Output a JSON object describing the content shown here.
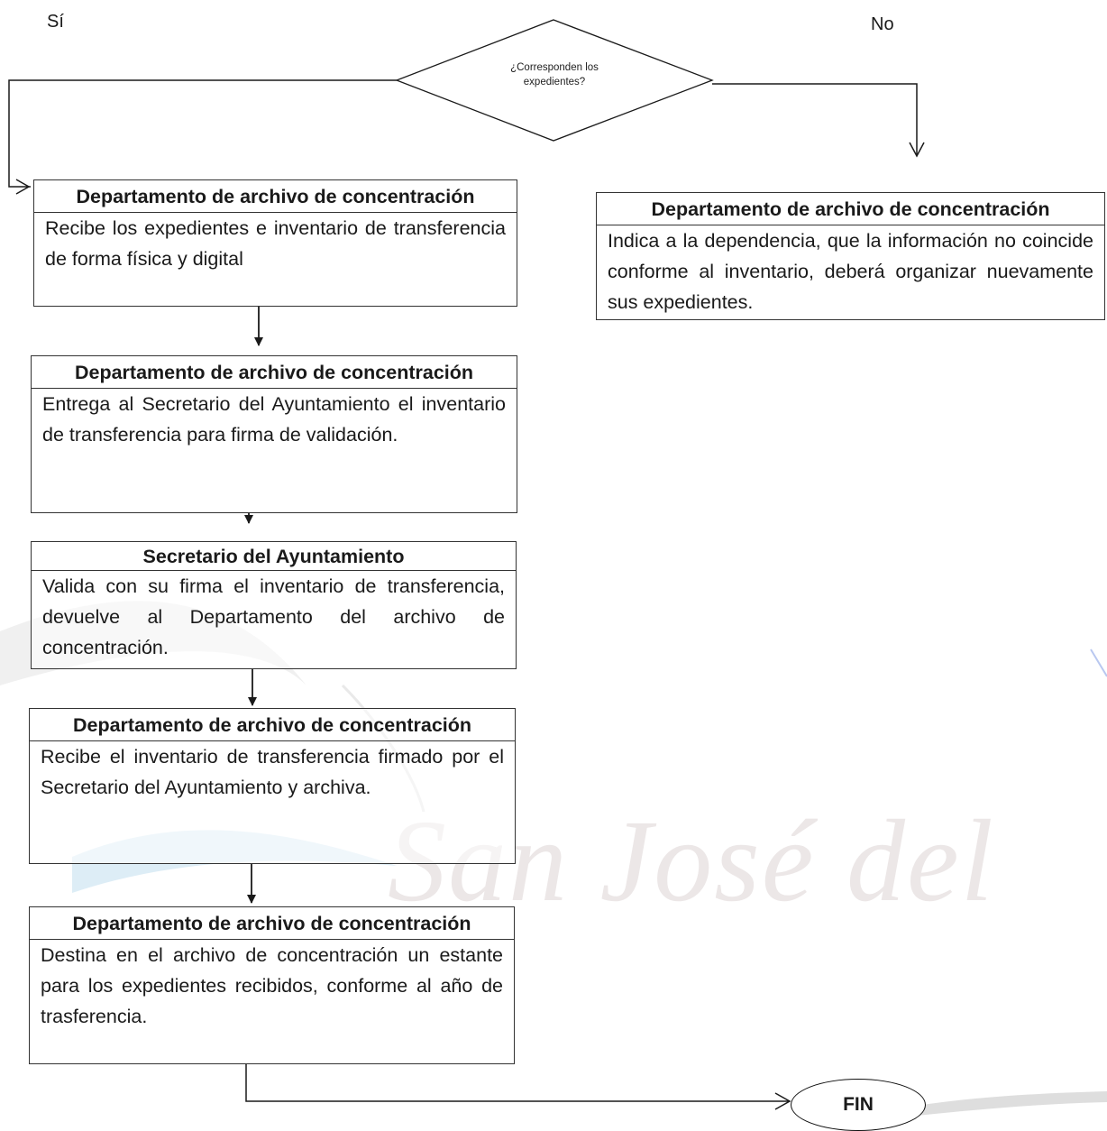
{
  "branch_yes": "Sí",
  "branch_no": "No",
  "decision": "¿Corresponden los expedientes?",
  "watermark": "San José del",
  "box_no": {
    "header": "Departamento de archivo de concentración",
    "body": "Indica a la dependencia, que la información no coincide conforme al inventario, deberá organizar nuevamente sus expedientes."
  },
  "steps": [
    {
      "header": "Departamento de archivo de concentración",
      "body": "Recibe los expedientes e inventario de transferencia de forma física y digital"
    },
    {
      "header": "Departamento de archivo de concentración",
      "body": "Entrega al Secretario del Ayuntamiento el inventario de transferencia para firma de validación."
    },
    {
      "header": "Secretario del Ayuntamiento",
      "body": "Valida con su firma el inventario de transferencia, devuelve al Departamento del archivo de concentración."
    },
    {
      "header": "Departamento de archivo de concentración",
      "body": "Recibe el inventario de transferencia firmado por el Secretario del Ayuntamiento y archiva."
    },
    {
      "header": "Departamento de archivo de concentración",
      "body": "Destina en el archivo de concentración un estante para los expedientes recibidos, conforme al año de trasferencia."
    }
  ],
  "end": "FIN",
  "colors": {
    "line": "#1a1a1a",
    "watermark_text": "#ece7e7",
    "watermark_blue": "#cfe6f2",
    "watermark_gray": "#d9d9d9"
  }
}
